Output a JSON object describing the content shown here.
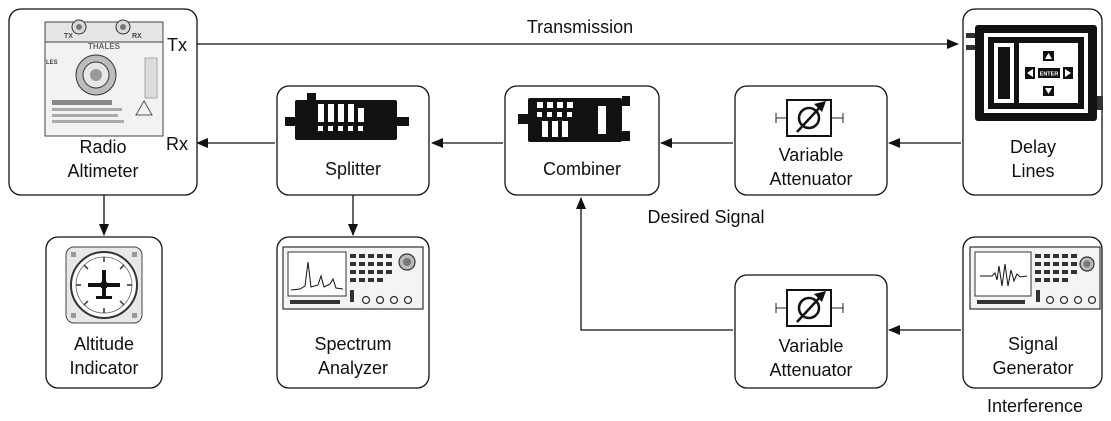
{
  "blocks": {
    "radio_altimeter": {
      "line1": "Radio",
      "line2": "Altimeter",
      "tx": "Tx",
      "rx": "Rx",
      "device_text": {
        "tx_port": "TX",
        "rx_port": "RX",
        "brand": "THALES",
        "side_tag": "LES"
      }
    },
    "splitter": {
      "label": "Splitter"
    },
    "combiner": {
      "label": "Combiner"
    },
    "attenuator_top": {
      "line1": "Variable",
      "line2": "Attenuator"
    },
    "delay_lines": {
      "line1": "Delay",
      "line2": "Lines",
      "device_text": {
        "enter_key": "ENTER"
      }
    },
    "altitude_indicator": {
      "line1": "Altitude",
      "line2": "Indicator"
    },
    "spectrum_analyzer": {
      "line1": "Spectrum",
      "line2": "Analyzer"
    },
    "attenuator_bottom": {
      "line1": "Variable",
      "line2": "Attenuator"
    },
    "signal_generator": {
      "line1": "Signal",
      "line2": "Generator"
    }
  },
  "annotations": {
    "transmission": "Transmission",
    "desired_signal": "Desired Signal",
    "interference": "Interference"
  }
}
